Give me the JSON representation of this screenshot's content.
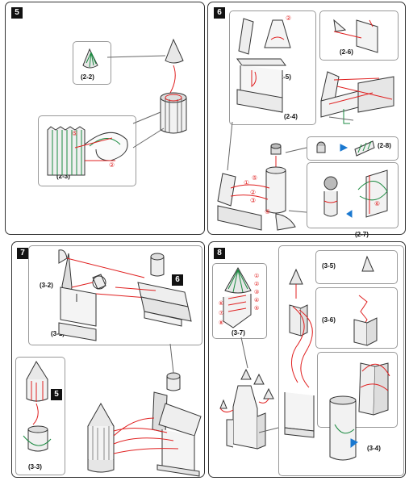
{
  "steps": [
    {
      "number": "5",
      "callouts": [
        "(2-2)",
        "(2-3)"
      ],
      "marks": [
        "⑤",
        "②"
      ]
    },
    {
      "number": "6",
      "callouts": [
        "(2-5)",
        "(2-6)",
        "(2-4)",
        "(2-8)",
        "(2-7)"
      ],
      "marks": [
        "②",
        "①",
        "②",
        "③",
        "④",
        "⑤",
        "⑥"
      ]
    },
    {
      "number": "7",
      "callouts": [
        "(3-2)",
        "(3-1)",
        "(3-3)"
      ],
      "inset_badges": [
        "6",
        "5"
      ]
    },
    {
      "number": "8",
      "callouts": [
        "(3-5)",
        "(3-6)",
        "(3-7)",
        "(3-4)"
      ],
      "marks": [
        "①",
        "②",
        "③",
        "④",
        "⑤",
        "⑥",
        "⑦",
        "⑧"
      ]
    }
  ],
  "colors": {
    "glue_line": "#e02020",
    "fold_line": "#22a040",
    "arrow": "#1a78d0",
    "outline": "#333333"
  }
}
